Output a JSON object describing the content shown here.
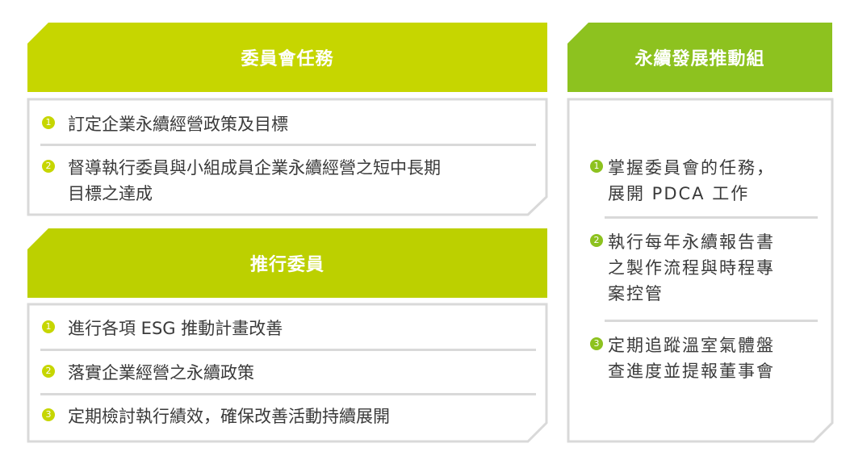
{
  "committee": {
    "title": "委員會任務",
    "items": [
      {
        "num": "1",
        "lines": [
          "訂定企業永續經營政策及目標"
        ]
      },
      {
        "num": "2",
        "lines": [
          "督導執行委員與小組成員企業永續經營之短中長期",
          "目標之達成"
        ]
      }
    ]
  },
  "promotion": {
    "title": "推行委員",
    "items": [
      {
        "num": "1",
        "lines": [
          "進行各項 ESG 推動計畫改善"
        ]
      },
      {
        "num": "2",
        "lines": [
          "落實企業經營之永續政策"
        ]
      },
      {
        "num": "3",
        "lines": [
          "定期檢討執行績效，確保改善活動持續展開"
        ]
      }
    ]
  },
  "team": {
    "title": "永續發展推動組",
    "items": [
      {
        "num": "1",
        "lines": [
          "掌握委員會的任務，",
          "展開 PDCA 工作"
        ]
      },
      {
        "num": "2",
        "lines": [
          "執行每年永續報告書",
          "之製作流程與時程專",
          "案控管"
        ]
      },
      {
        "num": "3",
        "lines": [
          "定期追蹤溫室氣體盤",
          "查進度並提報董事會"
        ]
      }
    ]
  },
  "colors": {
    "committee_header": "#c6d600",
    "promotion_header": "#bcd000",
    "team_header": "#8dc21f",
    "border": "#d9d9d9"
  }
}
